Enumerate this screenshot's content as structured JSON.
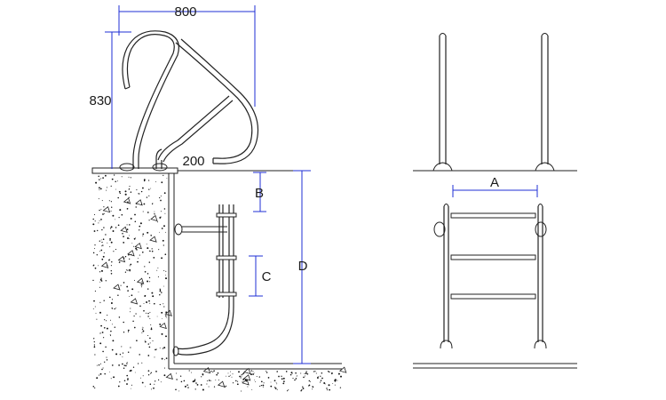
{
  "dimensions": {
    "width_top": "800",
    "height_handrail": "830",
    "base_gap": "200",
    "b": "B",
    "c": "C",
    "d": "D",
    "a": "A"
  },
  "colors": {
    "line": "#222222",
    "dimension": "#1f2fd6",
    "concrete_dots": "#111111"
  }
}
